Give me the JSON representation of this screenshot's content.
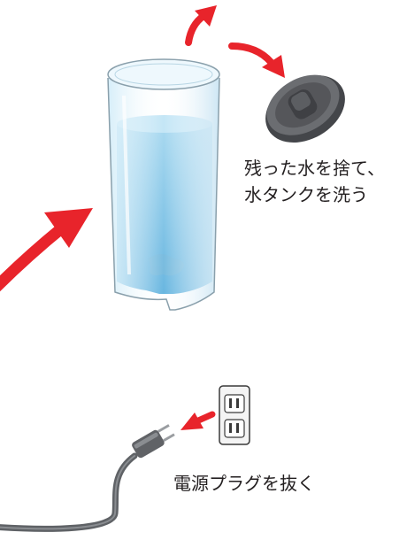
{
  "instructions": {
    "tank": {
      "line1": "残った水を捨て、",
      "line2": "水タンクを洗う"
    },
    "plug": {
      "label": "電源プラグを抜く"
    }
  },
  "colors": {
    "arrow": "#e8242b",
    "water": "#8fcbe8",
    "cap": "#55565a",
    "cord": "#5f6266",
    "text": "#231f20"
  }
}
